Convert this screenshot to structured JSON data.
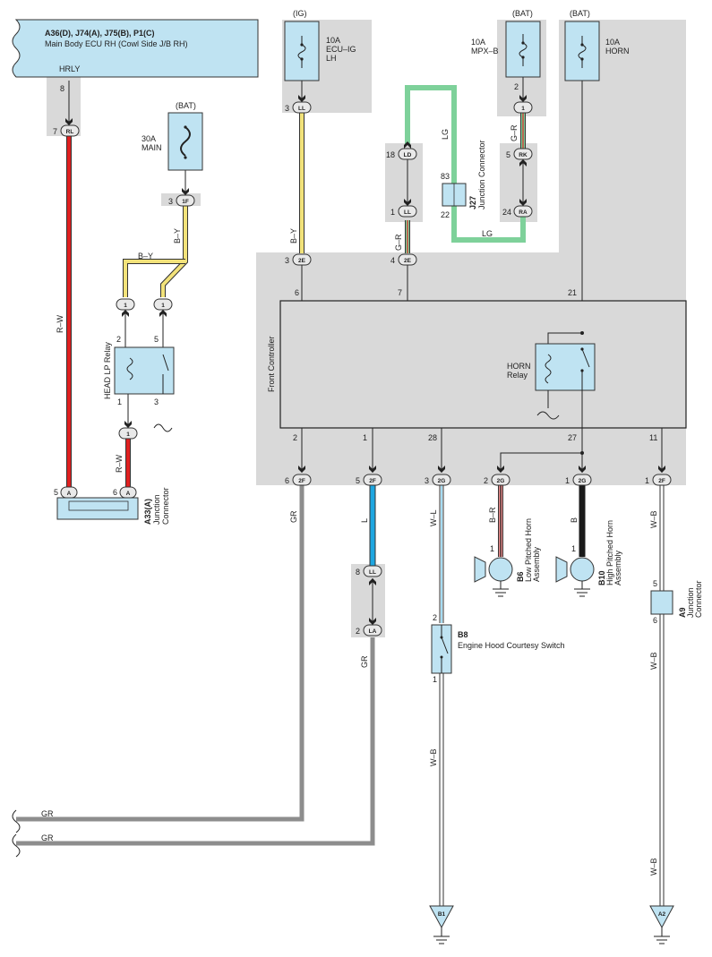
{
  "colors": {
    "gray_area": "#d9d9d9",
    "component_fill": "#bfe3f2",
    "wire_red": "#e02020",
    "wire_yellow": "#f2e27a",
    "wire_green": "#7ed19a",
    "wire_blue": "#1ea6e0",
    "wire_gray": "#8d8d8d",
    "wire_black": "#1a1a1a",
    "wire_white": "#ffffff"
  },
  "ecu": {
    "title": "A36(D), J74(A), J75(B), P1(C)",
    "subtitle": "Main Body ECU RH (Cowl Side J/B RH)",
    "terminal": "HRLY",
    "pin_number": "8",
    "connector": "RL",
    "connector_pin": "7"
  },
  "fuses": {
    "ig": {
      "supply": "(IG)",
      "label": [
        "10A",
        "ECU–IG",
        "LH"
      ],
      "conn": "LL",
      "conn_pin": "3"
    },
    "main": {
      "supply": "(BAT)",
      "label": [
        "30A",
        "MAIN"
      ],
      "conn": "1F",
      "conn_pin": "3"
    },
    "mpx": {
      "supply": "(BAT)",
      "label": [
        "10A",
        "MPX–B"
      ],
      "conn_top": "2",
      "conn": "1",
      "conn2": "RK",
      "conn2_pin": "5",
      "conn3": "RA",
      "conn3_pin": "24"
    },
    "horn": {
      "supply": "(BAT)",
      "label": [
        "10A",
        "HORN"
      ]
    }
  },
  "head_relay": {
    "name": "HEAD LP Relay",
    "pins": [
      "2",
      "5",
      "1",
      "3"
    ],
    "conn_top_left": "1",
    "conn_top_right": "1",
    "conn_bottom": "1"
  },
  "junction_a33": {
    "code": "A33(A)",
    "name": [
      "Junction",
      "Connector"
    ],
    "pin_left": "5",
    "pin_right": "6",
    "conn": "A"
  },
  "junction_j27": {
    "code": "J27",
    "name": "Junction Connector",
    "pin_top": "83",
    "pin_bottom": "22"
  },
  "connectors": {
    "ld": {
      "name": "LD",
      "pin": "18"
    },
    "ll2": {
      "name": "LL",
      "pin": "1"
    },
    "e2e_a": {
      "name": "2E",
      "pin": "3"
    },
    "e2e_b": {
      "name": "2E",
      "pin": "4"
    }
  },
  "front_controller": {
    "name": "Front Controller",
    "top_pins": [
      "6",
      "7",
      "21"
    ],
    "bottom_pins": [
      "2",
      "1",
      "28",
      "27",
      "11"
    ],
    "horn_relay": [
      "HORN",
      "Relay"
    ]
  },
  "bottom_connectors": [
    {
      "name": "2F",
      "pin": "6"
    },
    {
      "name": "2F",
      "pin": "5"
    },
    {
      "name": "2G",
      "pin": "3"
    },
    {
      "name": "2G",
      "pin": "2"
    },
    {
      "name": "2G",
      "pin": "1"
    },
    {
      "name": "2F",
      "pin": "1"
    }
  ],
  "wires": {
    "rw": "R–W",
    "rw2": "R–W",
    "by1": "B–Y",
    "by2": "B–Y",
    "by3": "B–Y",
    "lg1": "LG",
    "lg2": "LG",
    "gr1": "G–R",
    "gr2": "G–R",
    "gr_left": "GR",
    "l": "L",
    "gr_mid": "GR",
    "wl": "W–L",
    "br": "B–R",
    "b": "B",
    "wb1": "W–B",
    "wb2": "W–B",
    "wb3": "W–B",
    "wb4": "W–B",
    "gr_bottom1": "GR",
    "gr_bottom2": "GR"
  },
  "ll_la": {
    "ll": "LL",
    "ll_pin": "8",
    "la": "LA",
    "la_pin": "2"
  },
  "horn_low": {
    "code": "B6",
    "name": [
      "Low Pitched Horn",
      "Assembly"
    ],
    "pin": "1"
  },
  "horn_high": {
    "code": "B10",
    "name": [
      "High Pitched Horn",
      "Assembly"
    ],
    "pin": "1"
  },
  "switch_b8": {
    "code": "B8",
    "name": "Engine Hood Courtesy Switch",
    "pin_top": "2",
    "pin_bottom": "1"
  },
  "junction_a9": {
    "code": "A9",
    "name": [
      "Junction",
      "Connector"
    ],
    "pin_top": "5",
    "pin_bottom": "6"
  },
  "grounds": [
    "B1",
    "A2"
  ]
}
